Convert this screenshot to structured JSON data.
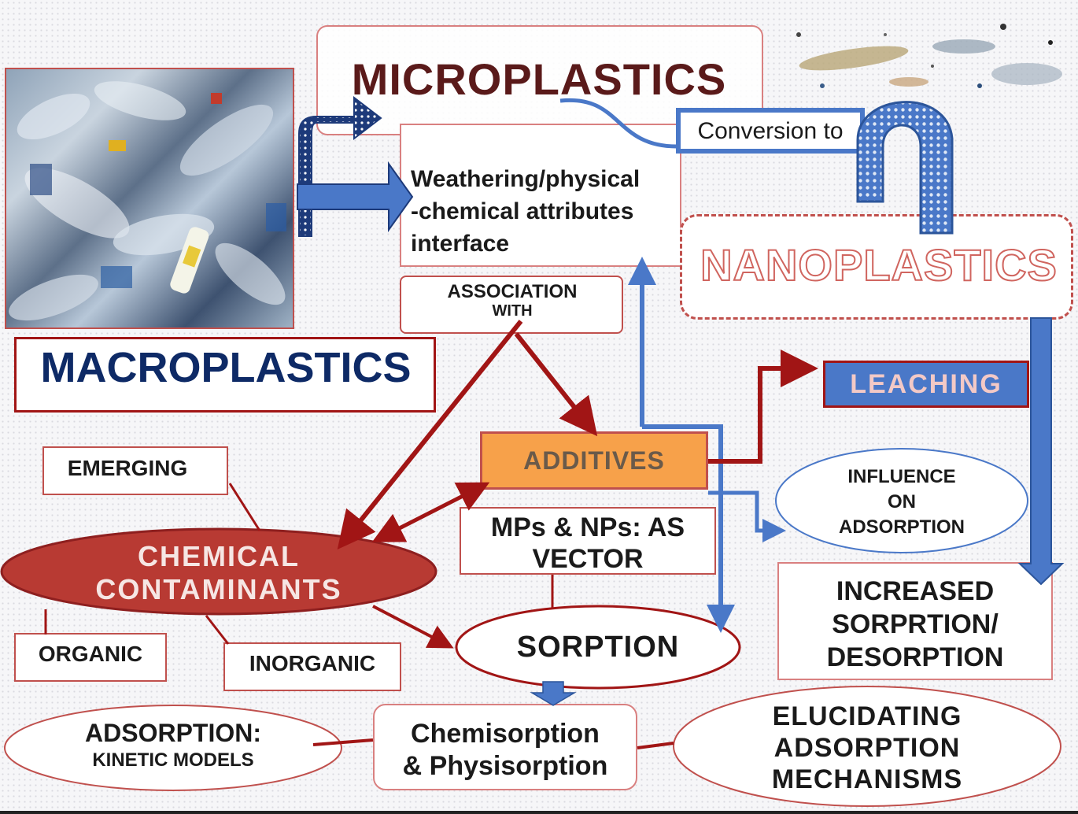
{
  "colors": {
    "dark_red": "#a11515",
    "navy": "#0e2a66",
    "blue_arrow": "#4a78c8",
    "box_border": "#c0504d",
    "additives_fill": "#f7a14a",
    "ellipse_fill": "#b83a33"
  },
  "diagram": {
    "microplastics": "MICROPLASTICS",
    "macroplastics": "MACROPLASTICS",
    "nanoplastics": "NANOPLASTICS",
    "conversion_to": "Conversion to",
    "weathering": [
      "Weathering/physical",
      "-chemical attributes",
      "interface"
    ],
    "association": [
      "ASSOCIATION",
      "WITH"
    ],
    "leaching": "LEACHING",
    "additives": "ADDITIVES",
    "influence": [
      "INFLUENCE",
      "ON",
      "ADSORPTION"
    ],
    "emerging": "EMERGING",
    "chemical_contaminants": [
      "CHEMICAL",
      "CONTAMINANTS"
    ],
    "vector": [
      "MPs & NPs: AS",
      "VECTOR"
    ],
    "increased": [
      "INCREASED",
      "SORPRTION/",
      "DESORPTION"
    ],
    "organic": "ORGANIC",
    "inorganic": "INORGANIC",
    "sorption": "SORPTION",
    "adsorption_kinetic": [
      "ADSORPTION:",
      "KINETIC MODELS"
    ],
    "chemisorption": [
      "Chemisorption",
      "& Physisorption"
    ],
    "elucidating": [
      "ELUCIDATING",
      "ADSORPTION",
      "MECHANISMS"
    ]
  },
  "images": {
    "bottles_photo": "plastic-bottles-photo",
    "microplastic_fragments": "microplastic-fragments-photo"
  }
}
